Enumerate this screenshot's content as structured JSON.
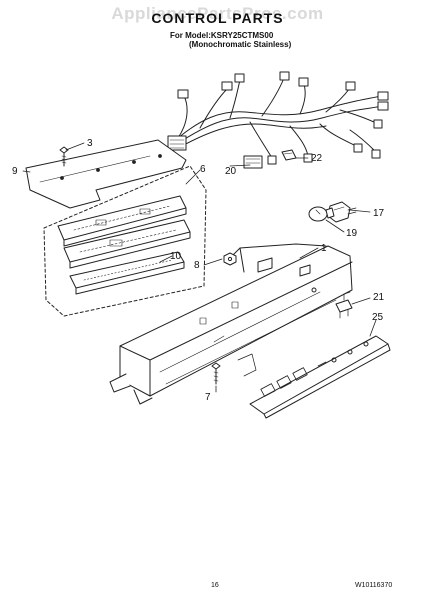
{
  "watermark": "AppliancePartsPros.com",
  "header": {
    "title": "CONTROL PARTS",
    "model_line": "For Model:KSRY25CTMS00",
    "finish_line": "(Monochromatic Stainless)"
  },
  "callouts": {
    "c1": "1",
    "c3": "3",
    "c6": "6",
    "c7": "7",
    "c8": "8",
    "c9": "9",
    "c10": "10",
    "c17": "17",
    "c19": "19",
    "c20": "20",
    "c21": "21",
    "c22": "22",
    "c25": "25"
  },
  "footer": {
    "page_number": "16",
    "doc_number": "W10116370"
  }
}
